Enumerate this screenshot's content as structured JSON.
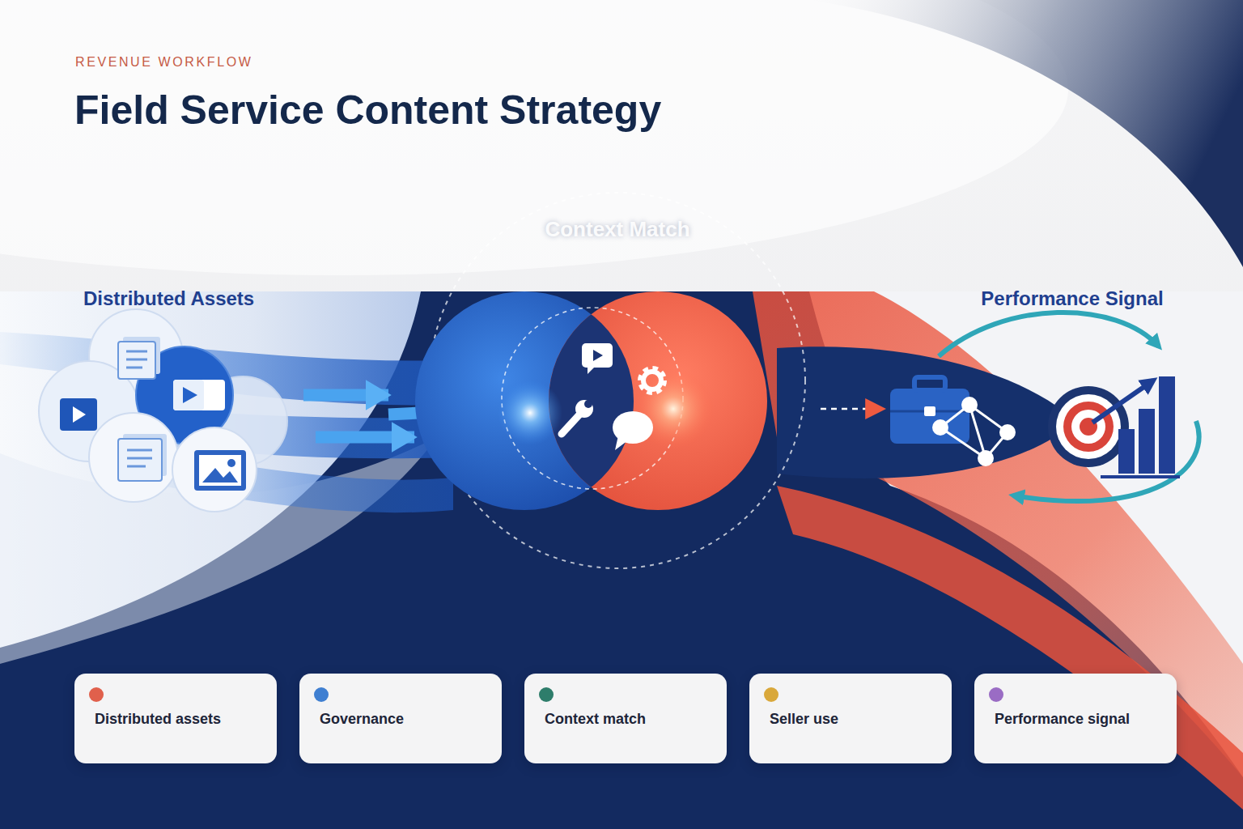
{
  "diagram": {
    "title": "Field Service Content Strategy",
    "nodes": [
      {
        "text": [
          "Distributed Assets"
        ]
      },
      {
        "text": [
          "Context Match"
        ]
      },
      {
        "text": [
          "Performance Signal"
        ]
      }
    ],
    "edges": [
      {
        "from": 0,
        "to": 1,
        "arrow": "to"
      },
      {
        "from": 1,
        "to": 2,
        "arrow": "to"
      }
    ],
    "labels": [
      "REVENUE WORKFLOW"
    ],
    "legend": [
      {
        "text": "Distributed assets",
        "color": "#e0604c"
      },
      {
        "text": "Governance",
        "color": "#3f7fd1"
      },
      {
        "text": "Context match",
        "color": "#2e7d6b"
      },
      {
        "text": "Seller use",
        "color": "#d9a83b"
      },
      {
        "text": "Performance signal",
        "color": "#9a6cc4"
      }
    ]
  }
}
